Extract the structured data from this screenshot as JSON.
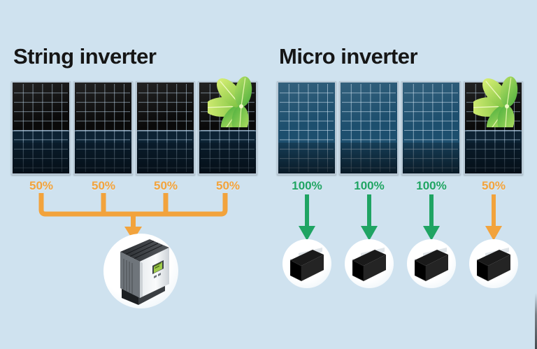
{
  "background_color": "#cfe2ef",
  "colors": {
    "orange": "#f2a33c",
    "green": "#1fa463",
    "panel_blue": "#1d4f6e",
    "panel_shaded": "#0a0a0a",
    "title_text": "#161616",
    "circle_white": "#ffffff"
  },
  "left_section": {
    "title": "String inverter",
    "panels": [
      {
        "label": "panel-1",
        "state": "half-shaded",
        "output": "50%"
      },
      {
        "label": "panel-2",
        "state": "half-shaded",
        "output": "50%"
      },
      {
        "label": "panel-3",
        "state": "half-shaded",
        "output": "50%"
      },
      {
        "label": "panel-4",
        "state": "half-shaded-with-leaf",
        "output": "50%"
      }
    ],
    "percentages": [
      "50%",
      "50%",
      "50%",
      "50%"
    ],
    "percentage_color": "#f2a33c",
    "connector": "single-bracket-to-one-inverter",
    "device": {
      "name": "string-inverter",
      "type": "wall-box-inverter",
      "display_color": "#8cc63f"
    }
  },
  "right_section": {
    "title": "Micro inverter",
    "panels": [
      {
        "label": "panel-1",
        "state": "clear",
        "output": "100%"
      },
      {
        "label": "panel-2",
        "state": "clear",
        "output": "100%"
      },
      {
        "label": "panel-3",
        "state": "clear",
        "output": "100%"
      },
      {
        "label": "panel-4",
        "state": "half-shaded-with-leaf",
        "output": "50%"
      }
    ],
    "percentages": [
      "100%",
      "100%",
      "100%",
      "50%"
    ],
    "percentage_colors": [
      "#1fa463",
      "#1fa463",
      "#1fa463",
      "#f2a33c"
    ],
    "arrow_colors": [
      "#1fa463",
      "#1fa463",
      "#1fa463",
      "#f2a33c"
    ],
    "devices": [
      {
        "name": "micro-inverter-1",
        "type": "black-box"
      },
      {
        "name": "micro-inverter-2",
        "type": "black-box"
      },
      {
        "name": "micro-inverter-3",
        "type": "black-box"
      },
      {
        "name": "micro-inverter-4",
        "type": "black-box"
      }
    ]
  },
  "leaves": [
    {
      "name": "leaf-cluster-left",
      "covers": "left-panel-4"
    },
    {
      "name": "leaf-cluster-right",
      "covers": "right-panel-4"
    }
  ]
}
